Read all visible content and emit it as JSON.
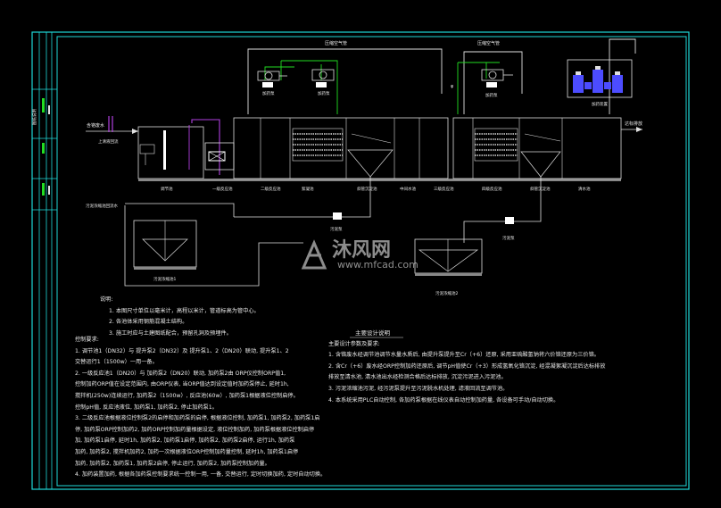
{
  "labels": {
    "pipe_top_1": "压缩空气管",
    "pipe_top_2": "压缩空气管",
    "inlet": "含铬废水",
    "outlet": "达标排放",
    "side_label": "上清液回流",
    "drain_label": "污泥浓缩池回流水",
    "tanks": [
      "调节池",
      "一级反应池",
      "二级反应池",
      "絮凝池",
      "斜管沉淀池",
      "中间水池",
      "三级反应池",
      "四级反应池",
      "斜管沉淀池",
      "清水池"
    ],
    "pumps": [
      "加药泵",
      "加药泵",
      "加药泵",
      "加药装置"
    ],
    "sludge1": "污泥浓缩池1",
    "sludge2": "污泥浓缩池2",
    "press1": "污泥泵",
    "press2": "污泥泵",
    "phi": "φ",
    "left_bar": "图纸说明"
  },
  "notes_left": {
    "title": "说明:",
    "items": [
      "1. 本图尺寸单位以毫米计，高程以米计，管道标高为管中心。",
      "2. 各池体采用钢筋混凝土结构。",
      "3. 施工时应与土建图纸配合，预留孔洞及预埋件。"
    ]
  },
  "notes_body": {
    "title": "控制要求:",
    "lines": [
      "1. 调节池1（DN32）与 提升泵2（DN32）及 提升泵1、2（DN20）联动, 提升泵1、2",
      "   交替运行1（1500w）一用一备。",
      "2. 一级反应池1（DN20）与 加药泵2（DN20）联动, 加药泵2由 ORP仪控制ORP值1,",
      "   控制加药ORP值在设定范围内, 由ORP仪表, 当ORP值达到设定值时加药泵停止, 延时1h,",
      "   搅拌机(250w)连续运行, 加药泵2（1500w）, 反应池(60w）, 加药泵1根据液位控制启停。",
      "   控制pH值, 反应池液位, 加药泵1, 加药泵2, 停止加药泵1。",
      "3. 二级反应池根据液位控制泵2的启停和加药泵的启停, 根据液位控制, 加药泵1, 加药泵2, 加药泵1启",
      "   停, 加药泵ORP控制加药2, 加药ORP控制加药量根据设定, 液位控制加药, 加药泵根据液位控制启停",
      "   加, 加药泵1启停, 延时1h, 加药泵2, 加药泵1启停, 加药泵2, 加药泵2启停, 运行1h, 加药泵",
      "   加药, 加药泵2, 搅拌机加药2, 加药一次根据液位ORP控制加药量控制, 延时1h, 加药泵1启停",
      "   加药, 加药泵2, 加药泵1, 加药泵2启停, 停止运行, 加药泵2, 加药泵控制加药量。",
      "4. 加药装置加药, 根据各加药泵控制要求统一控制一用, 一备, 交替运行, 定时切换加药, 定时自动切换。"
    ]
  },
  "notes_right": {
    "title": "主要设计说明",
    "subtitle": "主要设计参数及要求:",
    "lines": [
      "1. 含铬废水经调节池调节水量水质后, 由提升泵提升至Cr（+6）还原, 采用亚硫酸氢钠将六价铬还原为三价铬。",
      "2. 含Cr（+6）废水经ORP控制加药还原后, 调节pH值使Cr（+3）形成氢氧化铬沉淀, 经混凝絮凝沉淀后达标排放",
      "   排放至清水池, 清水池出水经检测合格后达标排放, 沉淀污泥进入污泥池。",
      "3. 污泥浓缩池污泥, 经污泥泵提升至污泥脱水机处理, 滤液回流至调节池。",
      "4. 本系统采用PLC自动控制, 各加药泵根据在线仪表自动控制加药量, 各设备可手动/自动切换。"
    ]
  },
  "watermark": {
    "brand": "沐风网",
    "url": "www.mfcad.com"
  },
  "colors": {
    "frame": "#1fd8d8",
    "pipe_main": "#ffffff",
    "pipe_green": "#22dd22",
    "pipe_purple": "#b040e0",
    "tank_outline": "#dcdcdc",
    "equipment_blue": "#4c4cff"
  }
}
